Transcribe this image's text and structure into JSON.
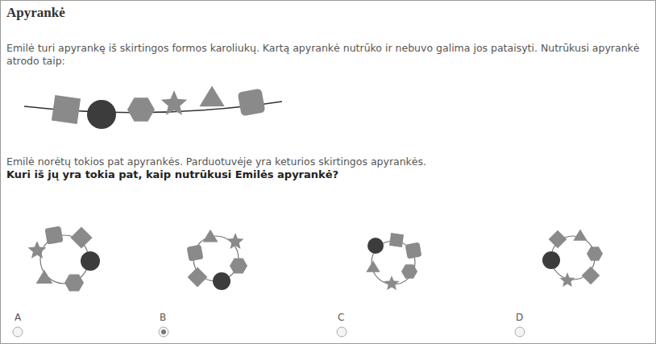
{
  "diagram": {
    "title": "Apyrankė",
    "labels": [
      "Emilė turi apyrankę iš skirtingos formos karoliukų. Kartą apyrankė nutrūko ir nebuvo galima jos pataisyti. Nutrūkusi apyrankė atrodo taip:",
      "Emilė norėtų tokios pat apyrankės. Parduotuvėje yra keturios skirtingos apyrankės.",
      "Kuri iš jų yra tokia pat, kaip nutrūkusi Emilės apyrankė?",
      "A",
      "B",
      "C",
      "D"
    ]
  }
}
